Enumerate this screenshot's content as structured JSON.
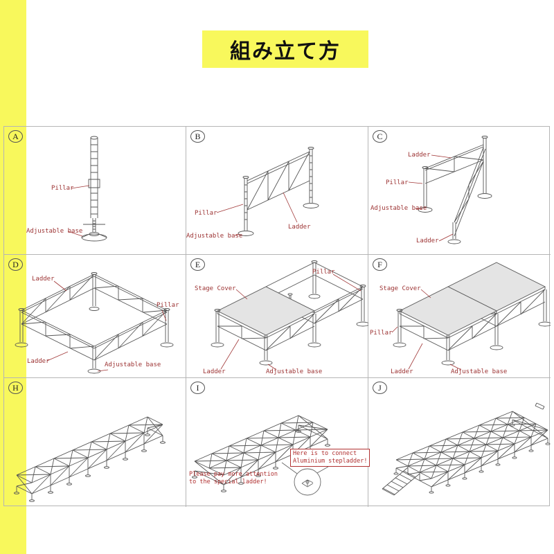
{
  "page": {
    "title": "組み立て方"
  },
  "colors": {
    "banner": "#f8f85c",
    "label_red": "#9c3232",
    "line": "#555555"
  },
  "panels": [
    {
      "letter": "A",
      "labels": [
        {
          "text": "Pillar"
        },
        {
          "text": "Adjustable base"
        }
      ]
    },
    {
      "letter": "B",
      "labels": [
        {
          "text": "Pillar"
        },
        {
          "text": "Adjustable base"
        },
        {
          "text": "Ladder"
        }
      ]
    },
    {
      "letter": "C",
      "labels": [
        {
          "text": "Ladder"
        },
        {
          "text": "Pillar"
        },
        {
          "text": "Adjustable base"
        },
        {
          "text": "Ladder"
        }
      ]
    },
    {
      "letter": "D",
      "labels": [
        {
          "text": "Ladder"
        },
        {
          "text": "Pillar"
        },
        {
          "text": "Ladder"
        },
        {
          "text": "Adjustable base"
        }
      ]
    },
    {
      "letter": "E",
      "labels": [
        {
          "text": "Pillar"
        },
        {
          "text": "Stage Cover"
        },
        {
          "text": "Ladder"
        },
        {
          "text": "Adjustable base"
        }
      ]
    },
    {
      "letter": "F",
      "labels": [
        {
          "text": "Stage Cover"
        },
        {
          "text": "Pillar"
        },
        {
          "text": "Ladder"
        },
        {
          "text": "Adjustable base"
        }
      ]
    },
    {
      "letter": "H",
      "labels": []
    },
    {
      "letter": "I",
      "labels": [],
      "notes": [
        {
          "lines": [
            "Please pay more attention",
            "to the special ladder!"
          ]
        },
        {
          "lines": [
            "Here is to connect",
            "Aluminium stepladder!"
          ]
        }
      ]
    },
    {
      "letter": "J",
      "labels": []
    }
  ]
}
